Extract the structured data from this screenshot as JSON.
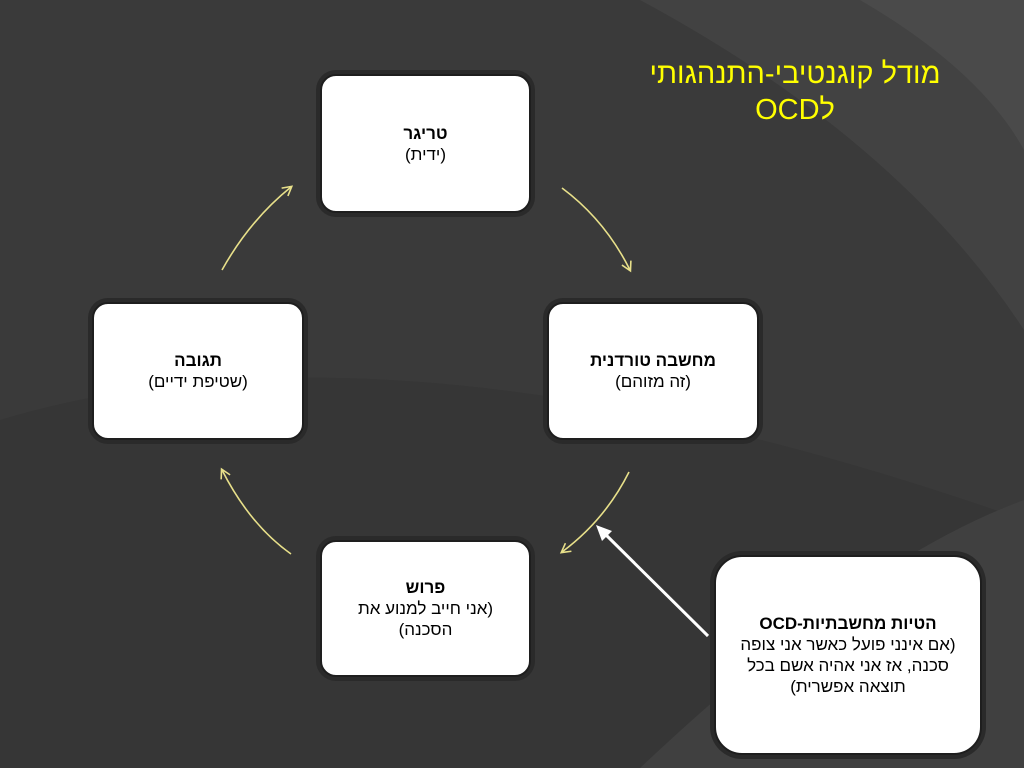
{
  "title": {
    "line1": "מודל קוגנטיבי-התנהגותי",
    "line2": "לOCD"
  },
  "nodes": {
    "trigger": {
      "head": "טריגר",
      "sub": "(ידית)"
    },
    "thought": {
      "head": "מחשבה טורדנית",
      "sub": "(זה מזוהם)"
    },
    "response": {
      "head": "תגובה",
      "sub": "(שטיפת ידיים)"
    },
    "interpretation": {
      "head": "פרוש",
      "sub": "(אני חייב למנוע את הסכנה)"
    },
    "ocd_biases": {
      "head": "הטיות מחשבתיות-OCD",
      "sub": "(אם אינני פועל כאשר אני צופה סכנה, אז אני אהיה אשם בכל תוצאה אפשרית)"
    }
  },
  "colors": {
    "background": "#3c3c3c",
    "title": "#ffff00",
    "cycle_arrow": "#e8e08a",
    "pointer_arrow": "#ffffff"
  }
}
